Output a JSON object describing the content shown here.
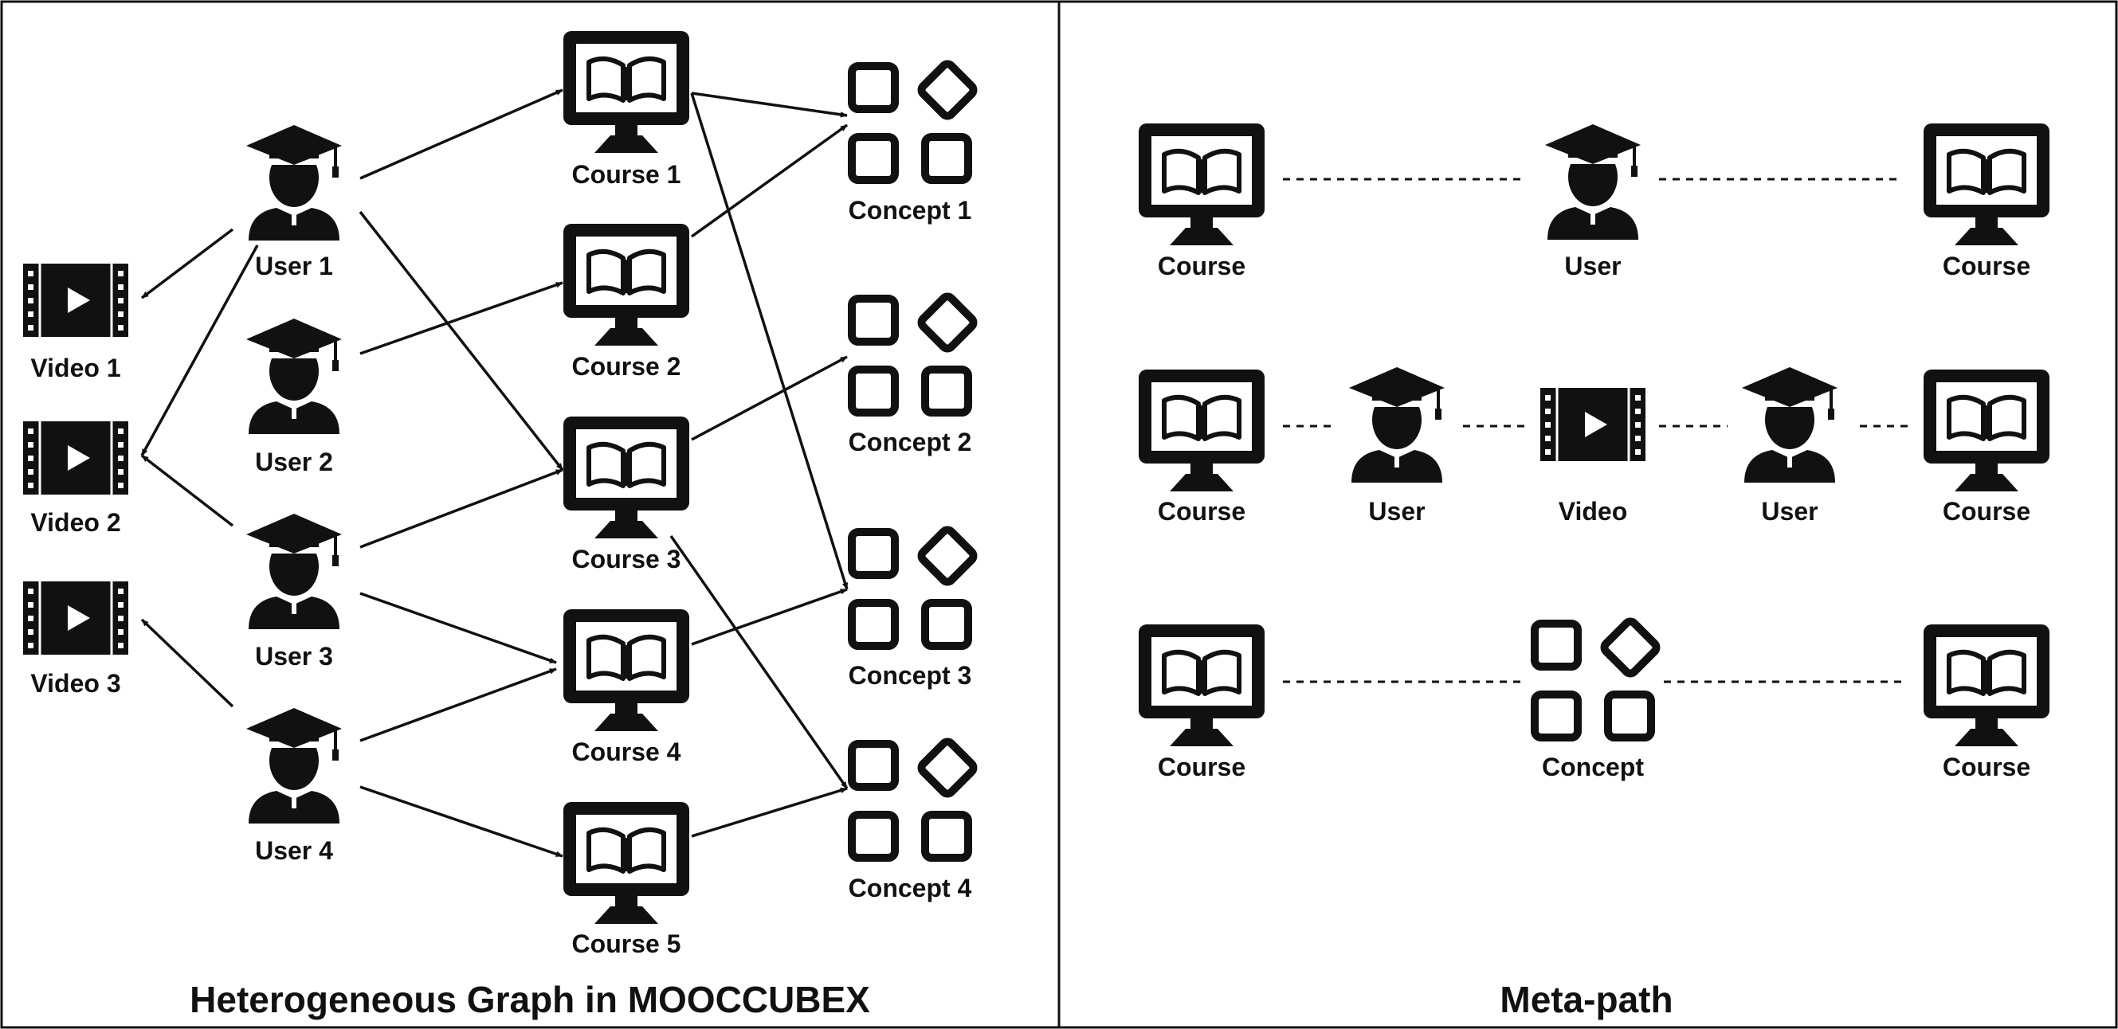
{
  "left_panel": {
    "title": "Heterogeneous Graph in MOOCCUBEX",
    "videos": [
      "Video 1",
      "Video 2",
      "Video 3"
    ],
    "users": [
      "User 1",
      "User 2",
      "User 3",
      "User 4"
    ],
    "courses": [
      "Course 1",
      "Course 2",
      "Course 3",
      "Course 4",
      "Course 5"
    ],
    "concepts": [
      "Concept 1",
      "Concept 2",
      "Concept 3",
      "Concept 4"
    ]
  },
  "right_panel": {
    "title": "Meta-path",
    "path1": [
      "Course",
      "User",
      "Course"
    ],
    "path2": [
      "Course",
      "User",
      "Video",
      "User",
      "Course"
    ],
    "path3": [
      "Course",
      "Concept",
      "Course"
    ]
  },
  "icons": [
    "course-icon",
    "user-icon",
    "video-icon",
    "concept-icon"
  ],
  "colors": {
    "ink": "#111111",
    "background": "#ffffff"
  }
}
